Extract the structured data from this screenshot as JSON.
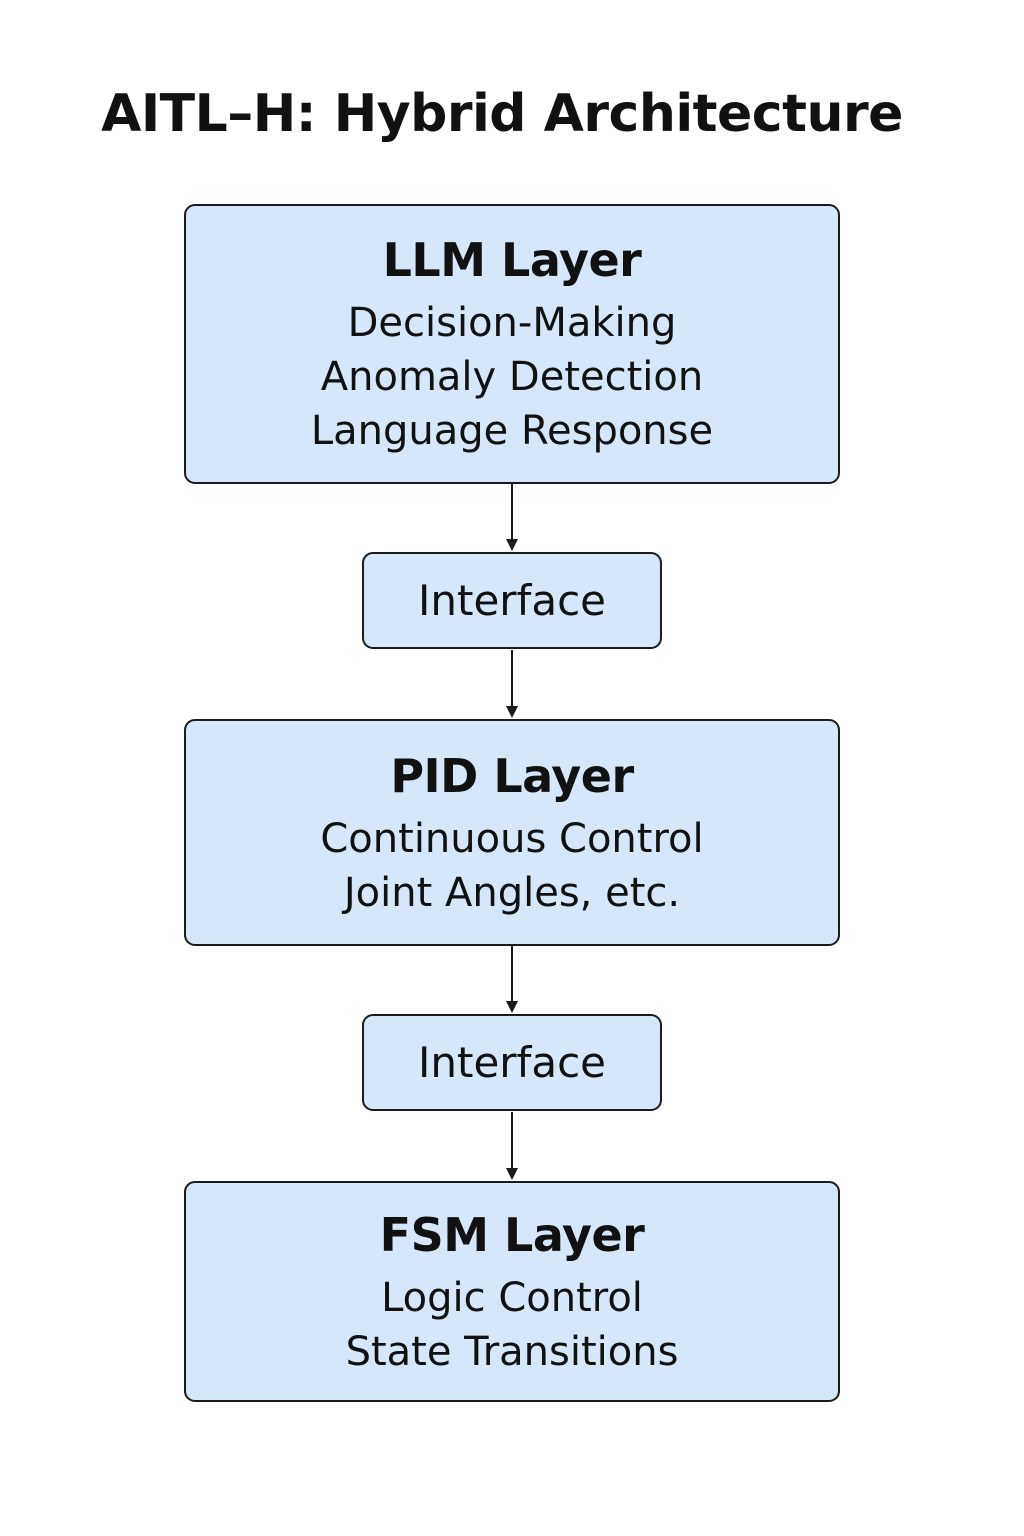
{
  "title": "AITL–H: Hybrid Architecture",
  "colors": {
    "box_fill": "#d5e7f8",
    "box_border": "#1c1c1c",
    "arrow": "#1c1c1c"
  },
  "layers": {
    "llm": {
      "title": "LLM Layer",
      "lines": [
        "Decision-Making",
        "Anomaly Detection",
        "Language Response"
      ]
    },
    "pid": {
      "title": "PID Layer",
      "lines": [
        "Continuous Control",
        "Joint Angles, etc."
      ]
    },
    "fsm": {
      "title": "FSM Layer",
      "lines": [
        "Logic Control",
        "State Transitions"
      ]
    }
  },
  "interfaces": [
    {
      "label": "Interface"
    },
    {
      "label": "Interface"
    }
  ]
}
